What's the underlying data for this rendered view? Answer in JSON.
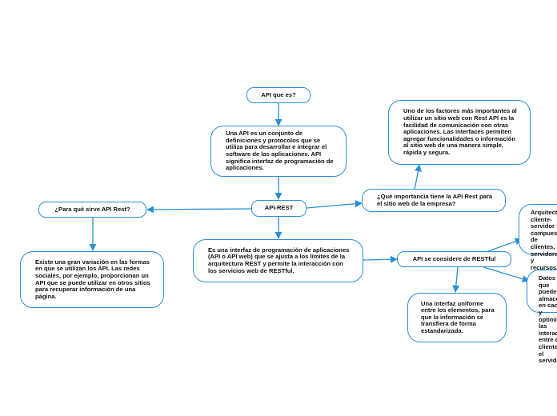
{
  "colors": {
    "border": "#2a8fd4",
    "line": "#2a8fd4",
    "text": "#111111"
  },
  "nodes": {
    "api_que_es": "API que es?",
    "definicion": "Una API es un conjunto de definiciones y protocolos que se utiliza para desarrollar e integrar el software de las aplicaciones. API significa interfaz de programación de aplicaciones.",
    "api_rest": "API-REST",
    "para_que": "¿Para qué sirve API Rest?",
    "para_que_detalle": "Existe una gran variación en las formas en que se utilizan los API. Las redes sociales, por ejemplo, proporcionan un API que se puede utilizar en otros sitios para recuperar información de una página.",
    "importancia": "¿Qué importancia tiene la API Rest para el sitio web de la empresa?",
    "importancia_detalle": "Uno de los factores más importantes al utilizar un sitio web con Rest API es la facilidad de comunicación con otras aplicaciones. Las interfaces permiten agregar funcionalidades o información al sitio web de una manera simple, rápida y segura.",
    "interfaz": "Es una interfaz de programación de aplicaciones (API o API web) que se ajusta a los límites de la arquitectura REST y permite la interacción con los servicios web de RESTful.",
    "restful": "API se considere de RESTful",
    "arquitectura": "Arquitectura cliente-servidor compuesta de clientes, servidores y recursos, con la gestión de solicitudes a través de HTTP.",
    "datos": "Datos que pueden almacenarse en caché y optimizan las interacciones entre el cliente y el servidor.",
    "uniforme": "Una interfaz uniforme entre los elementos, para que la información se transfiera de forma estandarizada."
  }
}
